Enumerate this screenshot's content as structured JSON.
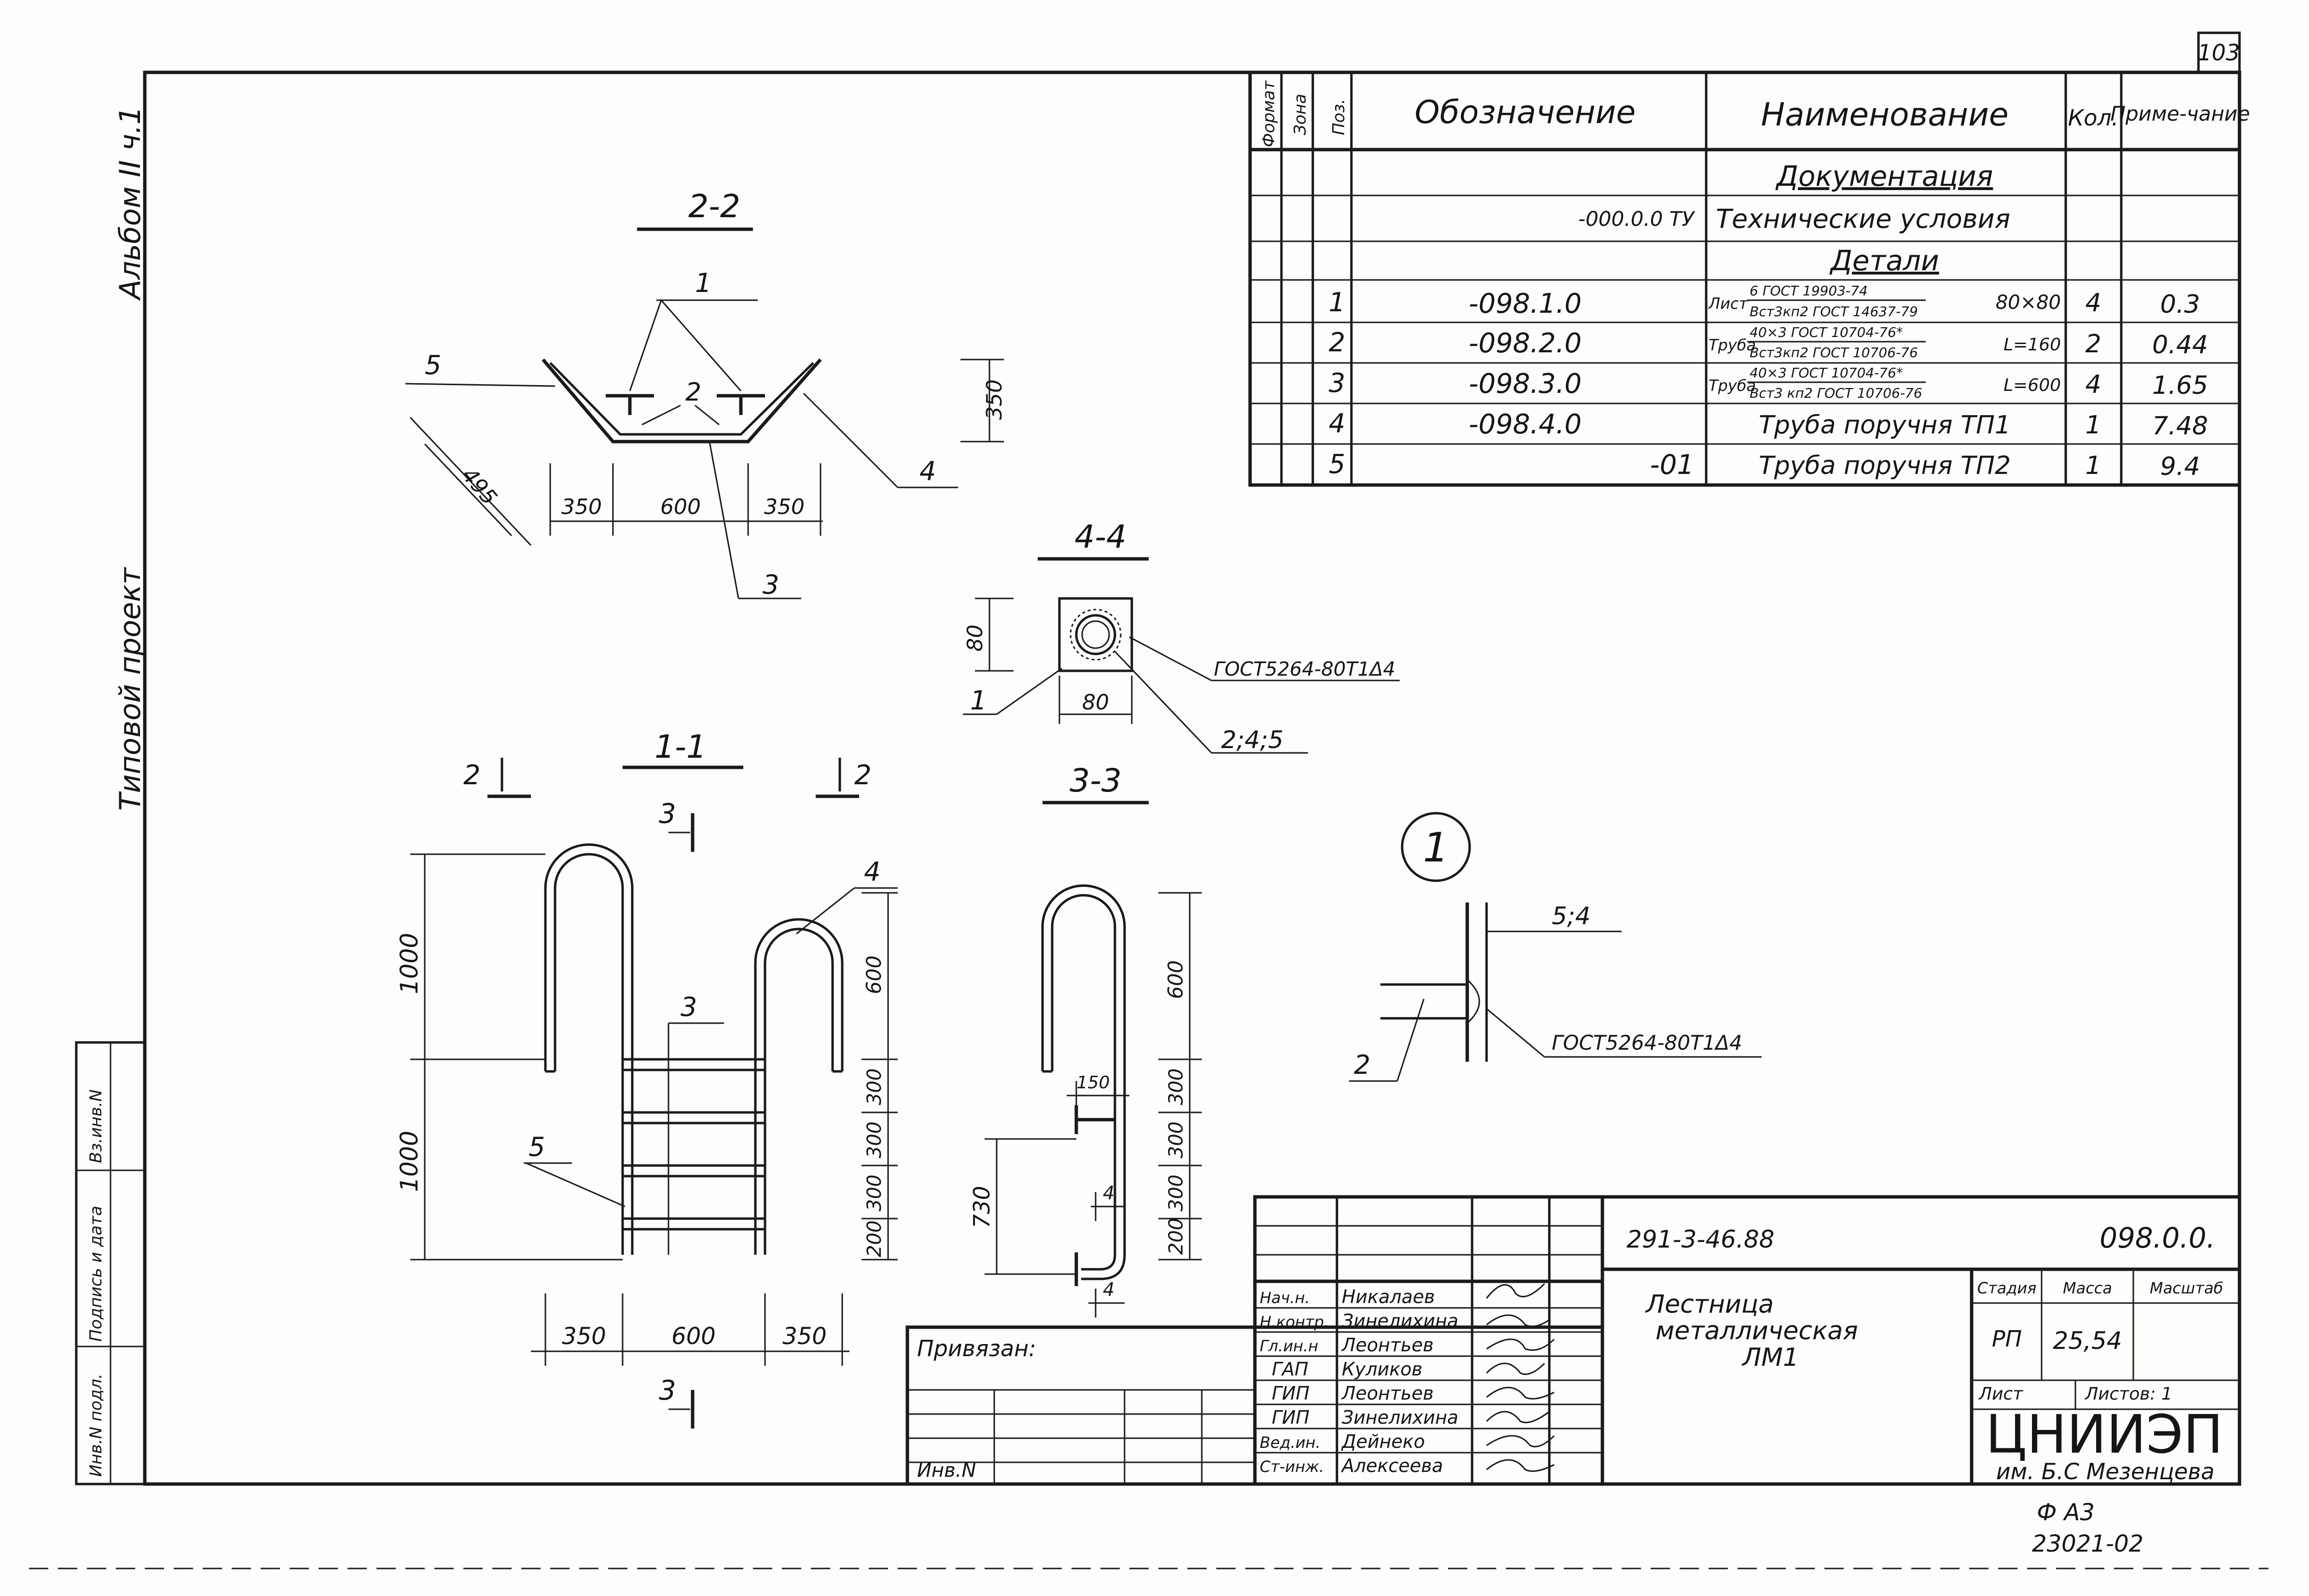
{
  "sheet": {
    "page_number": "103",
    "side_album": "Альбом II ч.1",
    "side_project": "Типовой проект",
    "side_stamp": [
      "Инв.N подл.",
      "Подпись и дата",
      "Вз.инв.N"
    ],
    "bottom_stamp": [
      "Ф А3",
      "23021-02"
    ]
  },
  "spec": {
    "headers": {
      "format": "Формат",
      "zone": "Зона",
      "pos": "Поз.",
      "designation": "Обозначение",
      "name": "Наименование",
      "qty": "Кол.",
      "note": "Приме-чание"
    },
    "section_docs": "Документация",
    "doc_designation": "-000.0.0 ТУ",
    "doc_name": "Технические условия",
    "section_parts": "Детали",
    "rows": [
      {
        "pos": "1",
        "designation": "-098.1.0",
        "name_prefix": "Лист",
        "name_top": "6 ГОСТ 19903-74",
        "name_bottom": "Вст3кп2 ГОСТ 14637-79",
        "name_suffix": "80×80",
        "qty": "4",
        "note": "0.3"
      },
      {
        "pos": "2",
        "designation": "-098.2.0",
        "name_prefix": "Труба",
        "name_top": "40×3 ГОСТ 10704-76*",
        "name_bottom": "Вст3кп2 ГОСТ 10706-76",
        "name_suffix": "L=160",
        "qty": "2",
        "note": "0.44"
      },
      {
        "pos": "3",
        "designation": "-098.3.0",
        "name_prefix": "Труба",
        "name_top": "40×3 ГОСТ 10704-76*",
        "name_bottom": "Вст3 кп2 ГОСТ 10706-76",
        "name_suffix": "L=600",
        "qty": "4",
        "note": "1.65"
      },
      {
        "pos": "4",
        "designation": "-098.4.0",
        "name_prefix": "",
        "name_top": "",
        "name_bottom": "",
        "name_suffix": "",
        "name": "Труба поручня ТП1",
        "qty": "1",
        "note": "7.48"
      },
      {
        "pos": "5",
        "designation": "-01",
        "name_prefix": "",
        "name_top": "",
        "name_bottom": "",
        "name_suffix": "",
        "name": "Труба поручня ТП2",
        "qty": "1",
        "note": "9.4"
      }
    ]
  },
  "views": {
    "section_2_2": {
      "title": "2-2",
      "labels": [
        "1",
        "2",
        "5",
        "4",
        "3"
      ],
      "dims": [
        "350",
        "600",
        "350",
        "350",
        "495"
      ]
    },
    "section_4_4": {
      "title": "4-4",
      "labels": [
        "1",
        "2;4;5"
      ],
      "dims": [
        "80",
        "80"
      ],
      "weld": "ГОСТ5264-80Т1Δ4"
    },
    "section_1_1": {
      "title": "1-1",
      "cut_marks": [
        "2",
        "2",
        "3",
        "3"
      ],
      "labels": [
        "4",
        "3",
        "5"
      ],
      "dims_v": [
        "1000",
        "1000"
      ],
      "dims_right": [
        "600",
        "300",
        "300",
        "300",
        "200"
      ],
      "dims_bottom": [
        "350",
        "600",
        "350"
      ]
    },
    "section_3_3": {
      "title": "3-3",
      "dims_right": [
        "600",
        "300",
        "300",
        "300",
        "200"
      ],
      "dims_left": [
        "730"
      ],
      "dims_top": [
        "150"
      ],
      "dims_small": [
        "4",
        "4"
      ]
    },
    "node_1": {
      "title": "1",
      "labels": [
        "5;4",
        "2"
      ],
      "weld": "ГОСТ5264-80Т1Δ4"
    }
  },
  "title_block": {
    "code": "291-3-46.88",
    "doc_code": "098.0.0.",
    "title_lines": [
      "Лестница",
      "металлическая",
      "ЛМ1"
    ],
    "privyazan": "Привязан:",
    "inv": "Инв.N",
    "roles": [
      {
        "role": "Нач.н.",
        "name": "Никалаев"
      },
      {
        "role": "Н.контр.",
        "name": "Зинелихина"
      },
      {
        "role": "Гл.ин.н",
        "name": "Леонтьев"
      },
      {
        "role": "ГАП",
        "name": "Куликов"
      },
      {
        "role": "ГИП",
        "name": "Леонтьев"
      },
      {
        "role": "ГИП",
        "name": "Зинелихина"
      },
      {
        "role": "Вед.ин.",
        "name": "Дейнеко"
      },
      {
        "role": "Ст-инж.",
        "name": "Алексеева"
      }
    ],
    "stage_label": "Стадия",
    "mass_label": "Масса",
    "scale_label": "Масштаб",
    "stage": "РП",
    "mass": "25,54",
    "sheet_label": "Лист",
    "sheets_label": "Листов: 1",
    "org": "ЦНИИЭП",
    "org_sub": "им. Б.С Мезенцева"
  }
}
